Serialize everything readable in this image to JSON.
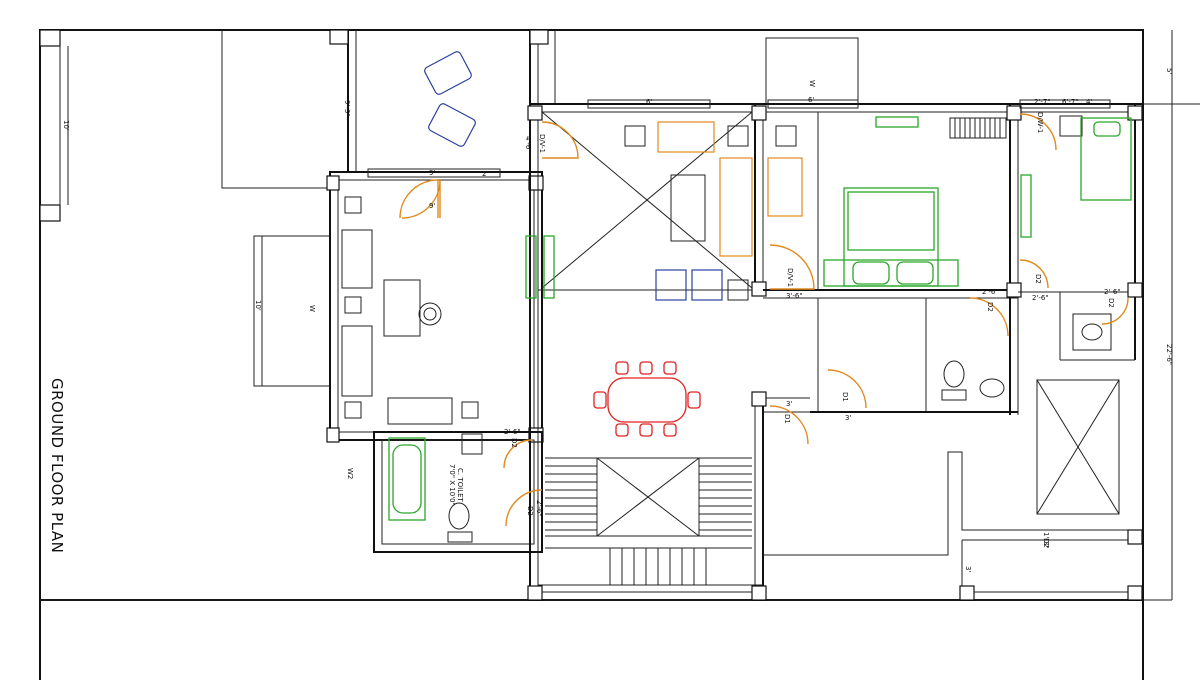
{
  "title": "GROUND FLOOR PLAN",
  "rooms": {
    "toilet_name": "C. TOILET",
    "toilet_size": "7'0\" X 10'0\""
  },
  "doors": {
    "dv1_top": "D/V-1",
    "dv1_bed": "D/V-1",
    "dw1": "D/W-1",
    "d1_a": "D1",
    "d1_b": "D1",
    "d2_bath": "D2",
    "d2_bath2": "D2",
    "d2_right": "D2",
    "d2_toilet": "D2",
    "d2_toilet2": "D2",
    "d2_bottom": "D2"
  },
  "windows": {
    "w_left": "W",
    "w_top": "W",
    "w2": "W2"
  },
  "dimensions": {
    "d_10_left": "10'",
    "d_10_mid": "10'",
    "d_9_3": "9'-3\"",
    "d_9_top": "9'",
    "d_9_bot": "9'",
    "d_2": "2'",
    "d_6_top": "6'",
    "d_6_top2": "6'",
    "d_4_6": "4'-6\"",
    "d_3_6": "3'-6\"",
    "d_2_6_a": "2'-6\"",
    "d_2_6_b": "2'-6\"",
    "d_2_6_c": "2'-6\"",
    "d_2_6_d": "2'-6\"",
    "d_2_7": "2'-7\"",
    "d_6_7": "6'-7\"",
    "d_4": "4'",
    "d_3_a": "3'",
    "d_3_b": "3'",
    "d_2_6_stair": "2'-6\"",
    "d_1_3": "1'-3\"",
    "d_22_6": "22'-6\"",
    "d_5": "5'",
    "d_3_bot": "3'"
  }
}
